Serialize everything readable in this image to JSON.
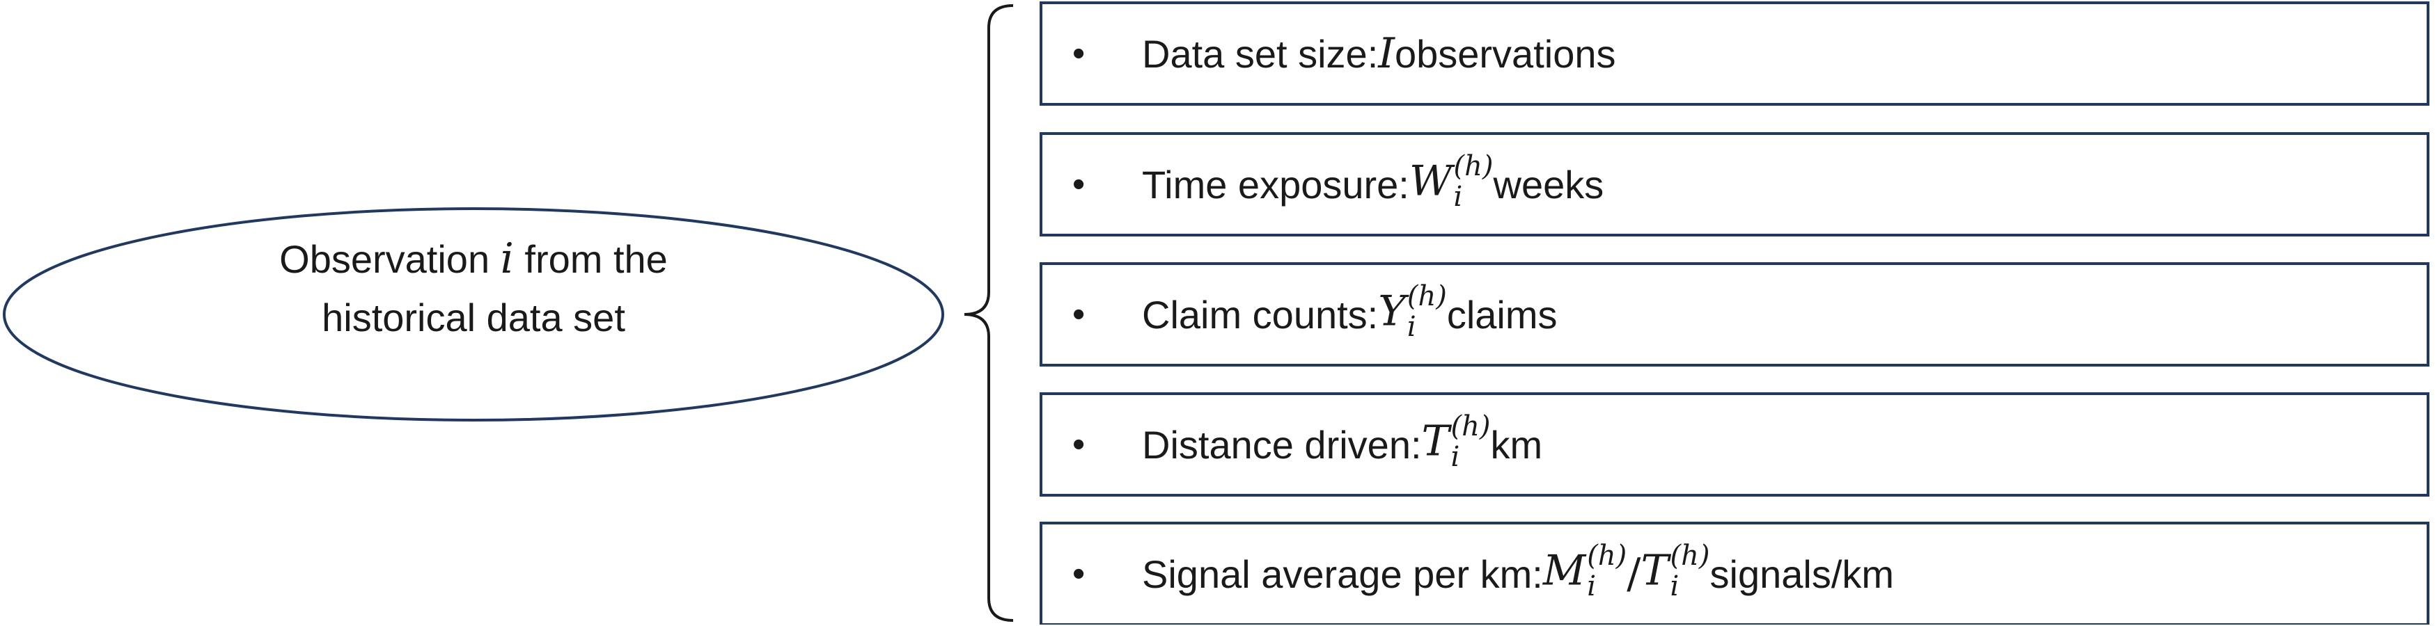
{
  "ellipse": {
    "line1_pre": "Observation ",
    "line1_var": "i",
    "line1_post": " from the",
    "line2": "historical data set"
  },
  "items": [
    {
      "bullet": "•",
      "pre": "Data set size: ",
      "var": "I",
      "post": " observations"
    },
    {
      "bullet": "•",
      "pre": "Time exposure: ",
      "var": "W",
      "sup": "(h)",
      "sub": "i",
      "post": " weeks"
    },
    {
      "bullet": "•",
      "pre": "Claim counts: ",
      "var": "Y",
      "sup": "(h)",
      "sub": "i",
      "post": " claims"
    },
    {
      "bullet": "•",
      "pre": "Distance driven: ",
      "var": "T",
      "sup": "(h)",
      "sub": "i",
      "post": " km"
    },
    {
      "bullet": "•",
      "pre": "Signal average per km: ",
      "var": "M",
      "sup": "(h)",
      "sub": "i",
      "slash": "/",
      "var2": "T",
      "sup2": "(h)",
      "sub2": "i",
      "post": " signals/km"
    }
  ],
  "colors": {
    "stroke": "#1f3864",
    "brace": "#1a1a1a"
  }
}
